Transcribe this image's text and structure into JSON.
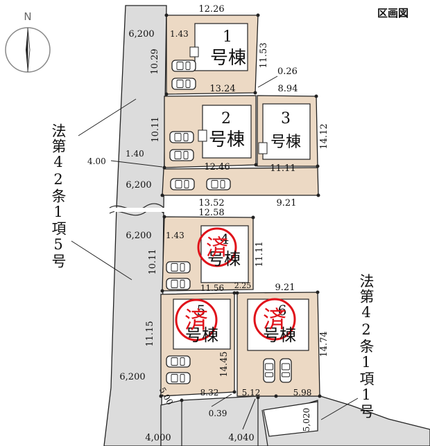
{
  "title": "区画図",
  "compass": {
    "label": "N"
  },
  "roads": {
    "left_label": "法第42条1項5号",
    "right_label": "法第42条1項1号"
  },
  "lots": [
    {
      "number": "1",
      "name": "号棟",
      "sold": false
    },
    {
      "number": "2",
      "name": "号棟",
      "sold": false
    },
    {
      "number": "3",
      "name": "号棟",
      "sold": false
    },
    {
      "number": "4",
      "name": "号棟",
      "sold": true
    },
    {
      "number": "5",
      "name": "号棟",
      "sold": true
    },
    {
      "number": "6",
      "name": "号棟",
      "sold": true
    }
  ],
  "sold_stamp": "済",
  "dimensions": {
    "d_12_26": "12.26",
    "d_1_43_a": "1.43",
    "d_10_29": "10.29",
    "d_11_53": "11.53",
    "d_13_24": "13.24",
    "d_0_26": "0.26",
    "d_8_94": "8.94",
    "d_10_11_a": "10.11",
    "d_14_12": "14.12",
    "d_1_40": "1.40",
    "d_4_00": "4.00",
    "d_12_46": "12.46",
    "d_11_11_a": "11.11",
    "d_13_52": "13.52",
    "d_9_21_a": "9.21",
    "d_12_58": "12.58",
    "d_1_43_b": "1.43",
    "d_10_11_b": "10.11",
    "d_11_11_b": "11.11",
    "d_11_56": "11.56",
    "d_2_25": "2.25",
    "d_9_21_b": "9.21",
    "d_11_15": "11.15",
    "d_14_45": "14.45",
    "d_14_74": "14.74",
    "d_5_00": "5.00",
    "d_8_32": "8.32",
    "d_0_39": "0.39",
    "d_5_12": "5.12",
    "d_5_98": "5.98",
    "d_5_020": "5,020",
    "w_6200_a": "6,200",
    "w_6200_b": "6,200",
    "w_6200_c": "6,200",
    "w_6200_d": "6,200",
    "w_4000": "4,000",
    "w_4040": "4,040"
  },
  "colors": {
    "lot_fill": "#ecd9c4",
    "road_fill": "#dcdcdc",
    "outline": "#222222",
    "sold_stamp": "#e0121a"
  }
}
